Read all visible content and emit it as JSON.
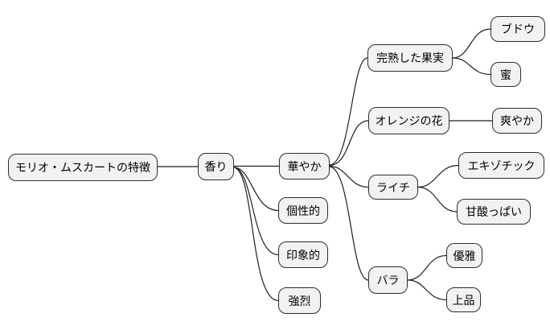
{
  "mindmap": {
    "colors": {
      "node_fill": "#f2f2f2",
      "node_border": "#2d2d2d",
      "edge": "#1f1f1f",
      "background": "#ffffff"
    },
    "tree": {
      "label": "モリオ・ムスカートの特徴",
      "children": [
        {
          "label": "香り",
          "children": [
            {
              "label": "華やか",
              "children": [
                {
                  "label": "完熟した果実",
                  "children": [
                    {
                      "label": "ブドウ"
                    },
                    {
                      "label": "蜜"
                    }
                  ]
                },
                {
                  "label": "オレンジの花",
                  "children": [
                    {
                      "label": "爽やか"
                    }
                  ]
                },
                {
                  "label": "ライチ",
                  "children": [
                    {
                      "label": "エキゾチック"
                    },
                    {
                      "label": "甘酸っぱい"
                    }
                  ]
                },
                {
                  "label": "バラ",
                  "children": [
                    {
                      "label": "優雅"
                    },
                    {
                      "label": "上品"
                    }
                  ]
                }
              ]
            },
            {
              "label": "個性的"
            },
            {
              "label": "印象的"
            },
            {
              "label": "強烈"
            }
          ]
        }
      ]
    }
  }
}
